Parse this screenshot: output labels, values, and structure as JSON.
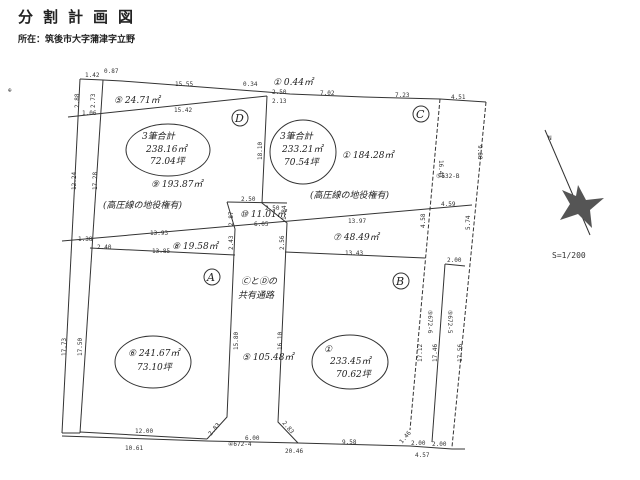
{
  "header": {
    "title": "分割計画図",
    "address": "所在：筑後市大字蒲津字立野"
  },
  "scale": "S=1/200",
  "lots": {
    "D": "D",
    "C": "C",
    "A": "A",
    "B": "B",
    "d_total": [
      "3筆合計",
      "238.16㎡",
      "72.04坪"
    ],
    "c_total": [
      "3筆合計",
      "233.21㎡",
      "70.54坪"
    ],
    "a_area": [
      "⑥ 241.67㎡",
      "73.10坪"
    ],
    "b_area": [
      "①",
      "233.45㎡",
      "70.62坪"
    ],
    "lot5": "⑤ 24.71㎡",
    "lot9": "⑨ 193.87㎡",
    "lot1a": "① 0.44㎡",
    "lot1c": "① 184.28㎡",
    "lot8": "⑧ 19.58㎡",
    "lot10": "⑩ 11.01㎡",
    "lot7": "⑦ 48.49㎡",
    "lot5road": "⑤ 105.48㎡",
    "road_note": [
      "ⒸとⒹの",
      "共有通路"
    ],
    "hv_notes": [
      "(高圧線の地役権有)",
      "(高圧線の地役権有)"
    ],
    "parcel_632": "⑤632-B",
    "parcel_672_6": "⑤672-6",
    "parcel_672_5": "⑤672-5",
    "parcel_672_4": "④672-4"
  },
  "dimensions": [
    "0.87",
    "1.42",
    "15.55",
    "2.88",
    "2.73",
    "1.06",
    "15.42",
    "0.34",
    "2.50",
    "2.13",
    "7.02",
    "7.23",
    "4.51",
    "12.24",
    "17.28",
    "18.10",
    "16.47",
    "9.88",
    "2.50",
    "2.50",
    "2.87",
    "6.05",
    "1.84",
    "13.93",
    "13.97",
    "4.59",
    "1.38",
    "2.40",
    "13.85",
    "2.43",
    "2.56",
    "13.43",
    "4.58",
    "5.74",
    "2.00",
    "17.73",
    "17.50",
    "15.80",
    "16.10",
    "17.12",
    "17.46",
    "17.56",
    "12.00",
    "2.83",
    "6.00",
    "2.83",
    "1.46",
    "2.00",
    "2.00",
    "10.61",
    "20.46",
    "9.58",
    "4.57"
  ]
}
